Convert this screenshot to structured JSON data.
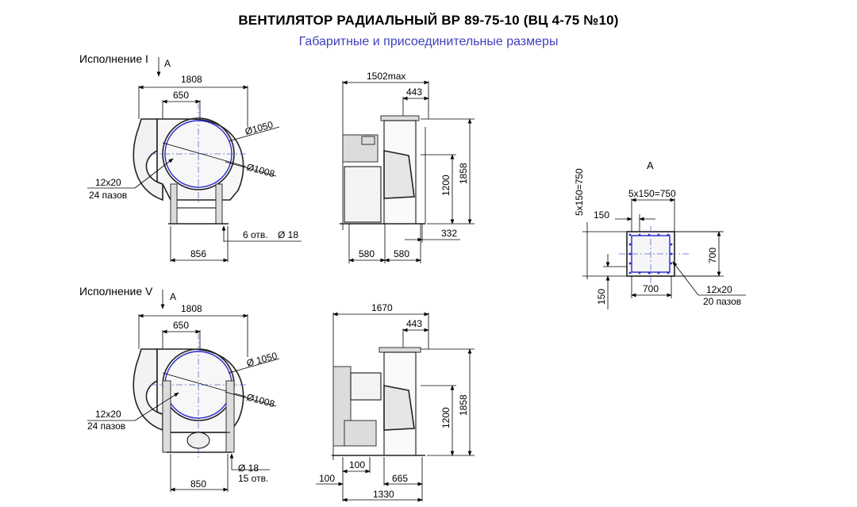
{
  "header": {
    "title": "ВЕНТИЛЯТОР РАДИАЛЬНЫЙ ВР 89-75-10 (ВЦ 4-75 №10)",
    "subtitle": "Габаритные и присоединительные размеры"
  },
  "view1": {
    "label": "Исполнение I",
    "arrow_label": "А",
    "dim_width": "1808",
    "dim_inlet": "650",
    "dim_d1": "Ø1050",
    "dim_d2": "Ø1008",
    "holes_a": "12x20",
    "holes_b": "24 пазов",
    "base_holes": "6 отв.",
    "base_hole_d": "Ø 18",
    "dim_base": "856"
  },
  "side1": {
    "dim_max": "1502max",
    "dim_outlet": "443",
    "dim_h1": "1200",
    "dim_h2": "1858",
    "dim_332": "332",
    "dim_580a": "580",
    "dim_580b": "580"
  },
  "view5": {
    "label": "Исполнение V",
    "arrow_label": "А",
    "dim_width": "1808",
    "dim_inlet": "650",
    "dim_d1": "Ø 1050",
    "dim_d2": "Ø1008",
    "holes_a": "12x20",
    "holes_b": "24 пазов",
    "base_hole_d": "Ø 18",
    "base_holes": "15 отв.",
    "dim_base": "850"
  },
  "side5": {
    "dim_total": "1670",
    "dim_outlet": "443",
    "dim_h1": "1200",
    "dim_h2": "1858",
    "dim_100a": "100",
    "dim_100b": "100",
    "dim_665": "665",
    "dim_1330": "1330"
  },
  "flange": {
    "label": "А",
    "dim_left": "5x150=750",
    "dim_top": "5x150=750",
    "dim_150a": "150",
    "dim_150b": "150",
    "dim_700w": "700",
    "dim_700h": "700",
    "holes_a": "12x20",
    "holes_b": "20 пазов"
  }
}
